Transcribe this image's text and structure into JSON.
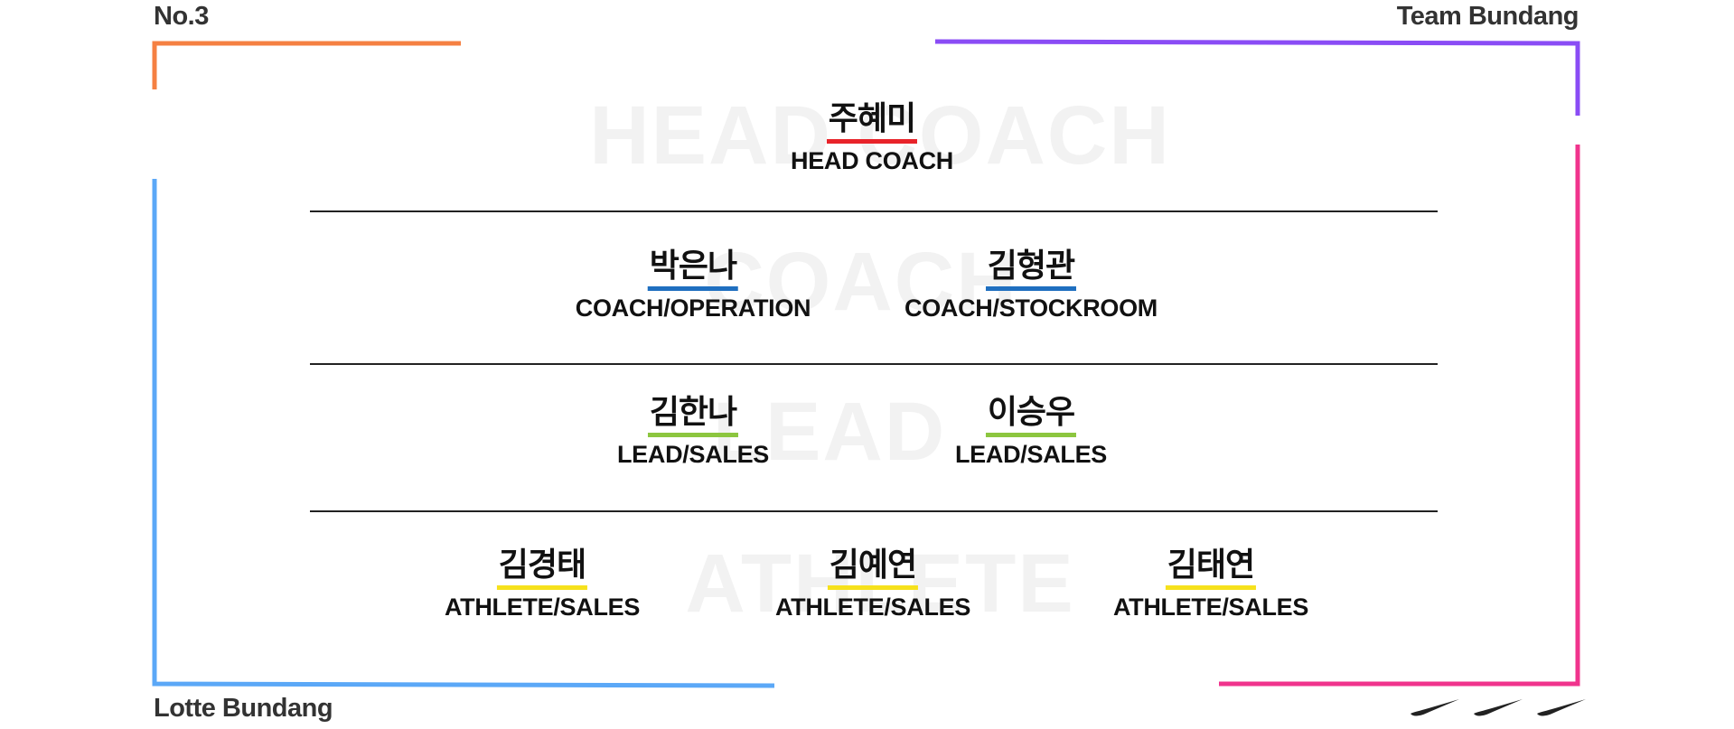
{
  "header": {
    "left": "No.3",
    "right": "Team Bundang"
  },
  "footer": {
    "left": "Lotte Bundang",
    "logo_count": 3,
    "logo_icon": "swoosh-icon"
  },
  "colors": {
    "head": "#e8232a",
    "coach": "#1f6fc0",
    "lead": "#8cc63f",
    "athlete": "#f6e11c",
    "frame_top_left": "#f58042",
    "frame_top_right": "#8a4cf5",
    "frame_right_bottom": "#f0348d",
    "frame_left": "#5ba8f7"
  },
  "tiers": {
    "head": {
      "watermark": "HEAD COACH",
      "members": [
        {
          "name": "주혜미",
          "role": "HEAD COACH"
        }
      ]
    },
    "coach": {
      "watermark": "COACH",
      "members": [
        {
          "name": "박은나",
          "role": "COACH/OPERATION"
        },
        {
          "name": "김형관",
          "role": "COACH/STOCKROOM"
        }
      ]
    },
    "lead": {
      "watermark": "LEAD",
      "members": [
        {
          "name": "김한나",
          "role": "LEAD/SALES"
        },
        {
          "name": "이승우",
          "role": "LEAD/SALES"
        }
      ]
    },
    "athlete": {
      "watermark": "ATHLETE",
      "members": [
        {
          "name": "김경태",
          "role": "ATHLETE/SALES"
        },
        {
          "name": "김예연",
          "role": "ATHLETE/SALES"
        },
        {
          "name": "김태연",
          "role": "ATHLETE/SALES"
        }
      ]
    }
  }
}
